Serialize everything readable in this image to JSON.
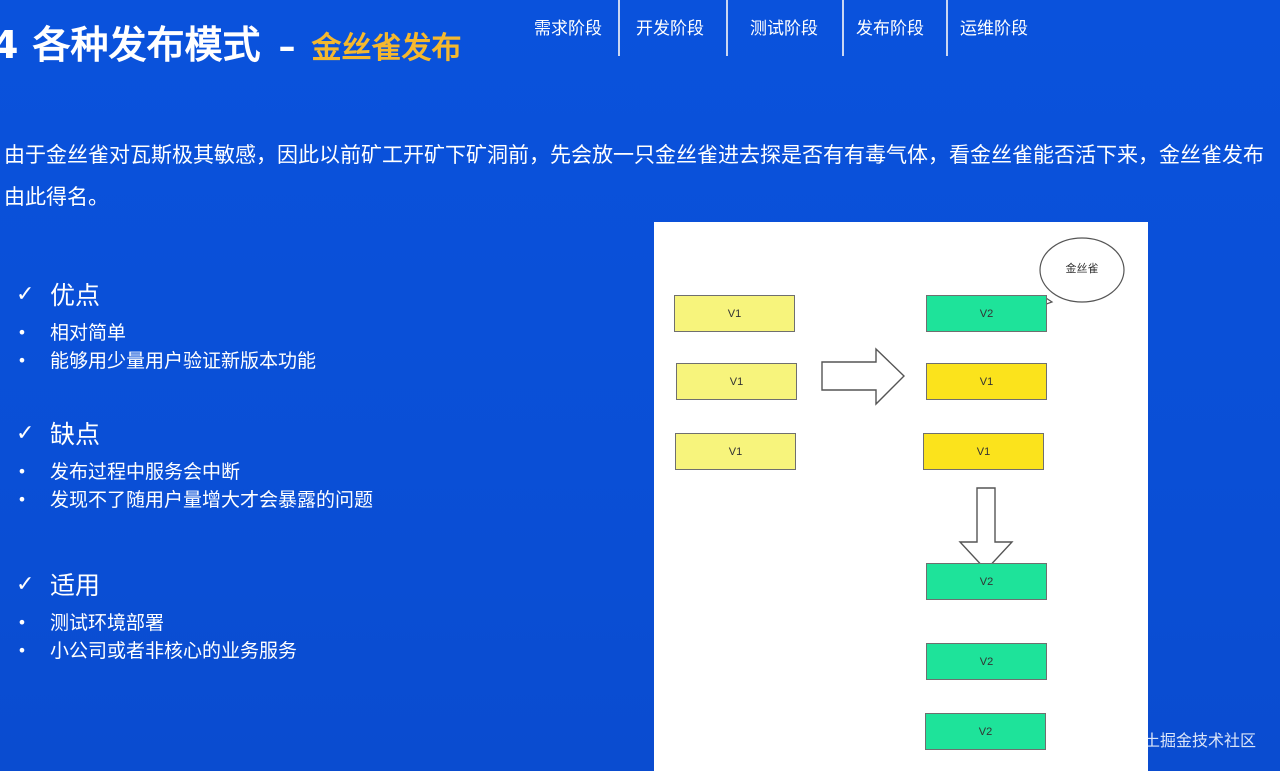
{
  "header": {
    "number": "4",
    "title": "各种发布模式",
    "dash": "–",
    "subtitle": "金丝雀发布"
  },
  "nav": {
    "tabs": [
      "需求阶段",
      "开发阶段",
      "测试阶段",
      "发布阶段",
      "运维阶段"
    ]
  },
  "intro": "由于金丝雀对瓦斯极其敏感，因此以前矿工开矿下矿洞前，先会放一只金丝雀进去探是否有有毒气体，看金丝雀能否活下来，金丝雀发布由此得名。",
  "sections": [
    {
      "heading": "优点",
      "items": [
        "相对简单",
        "能够用少量用户验证新版本功能"
      ]
    },
    {
      "heading": "缺点",
      "items": [
        "发布过程中服务会中断",
        "发现不了随用户量增大才会暴露的问题"
      ]
    },
    {
      "heading": "适用",
      "items": [
        "测试环境部署",
        "小公司或者非核心的业务服务"
      ]
    }
  ],
  "symbols": {
    "check": "✓",
    "bullet": "•"
  },
  "diagram": {
    "bubble_label": "金丝雀",
    "left_boxes": [
      "V1",
      "V1",
      "V1"
    ],
    "right_boxes": [
      "V2",
      "V1",
      "V1"
    ],
    "bottom_boxes": [
      "V2",
      "V2",
      "V2"
    ],
    "colors": {
      "v1": "#f7f47c",
      "v1_bright": "#fbe31c",
      "v2": "#1ee39a"
    }
  },
  "watermark": "@稀土掘金技术社区",
  "colors": {
    "background": "#0a52dc",
    "subtitle": "#f5b82e"
  }
}
